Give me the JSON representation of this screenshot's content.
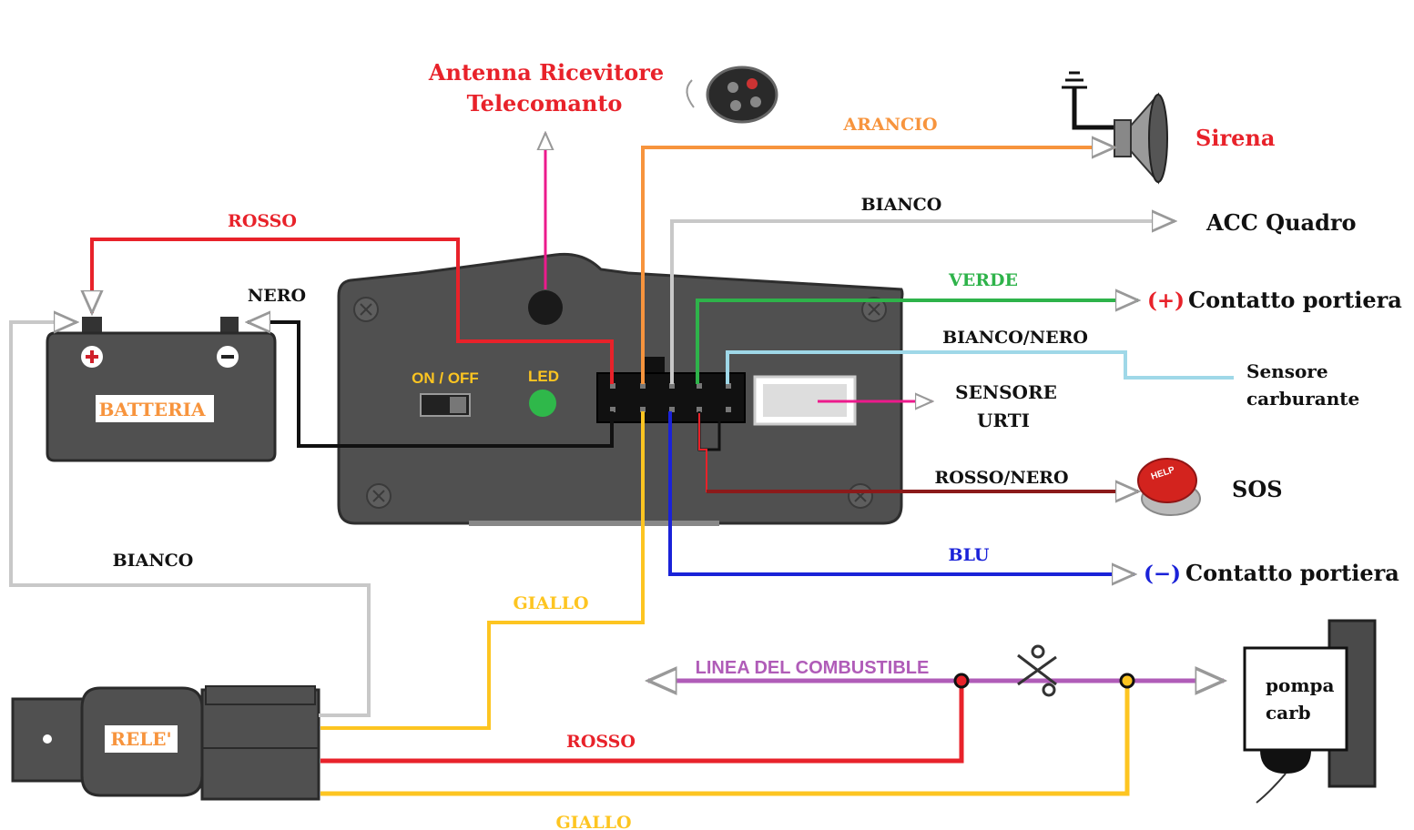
{
  "title": {
    "line1": "Antenna Ricevitore",
    "line2": "Telecomanto"
  },
  "wires": {
    "arancio": "ARANCIO",
    "bianco_acc": "BIANCO",
    "verde": "VERDE",
    "bianco_nero": "BIANCO/NERO",
    "rosso_nero": "ROSSO/NERO",
    "blu": "BLU",
    "rosso_batt": "ROSSO",
    "nero_batt": "NERO",
    "bianco_rele": "BIANCO",
    "giallo_top": "GIALLO",
    "rosso_rele": "ROSSO",
    "giallo_bottom": "GIALLO"
  },
  "devices": {
    "sirena": "Sirena",
    "acc_quadro": "ACC Quadro",
    "contatto_plus_sign": "(+)",
    "contatto_plus": "Contatto portiera",
    "sensore_line1": "Sensore",
    "sensore_line2": "carburante",
    "sensore_urti_line1": "SENSORE",
    "sensore_urti_line2": "URTI",
    "sos": "SOS",
    "contatto_minus_sign": "(−)",
    "contatto_minus": "Contatto portiera",
    "batteria": "BATTERIA",
    "rele": "RELE'",
    "pompa_line1": "pompa",
    "pompa_line2": "carb",
    "on_off": "ON / OFF",
    "led": "LED",
    "linea": "LINEA DEL COMBUSTIBLE",
    "help": "HELP"
  },
  "colors": {
    "arancio": "#f7943d",
    "bianco": "#c8c8c8",
    "verde": "#2eb34a",
    "bianco_nero": "#9fd8e8",
    "rosso": "#e8222a",
    "rosso_nero": "#8b1a1a",
    "blu": "#1a22d8",
    "giallo": "#fdc521",
    "viola": "#b05cb8",
    "pink": "#ec1a8c",
    "device": "#555555"
  }
}
